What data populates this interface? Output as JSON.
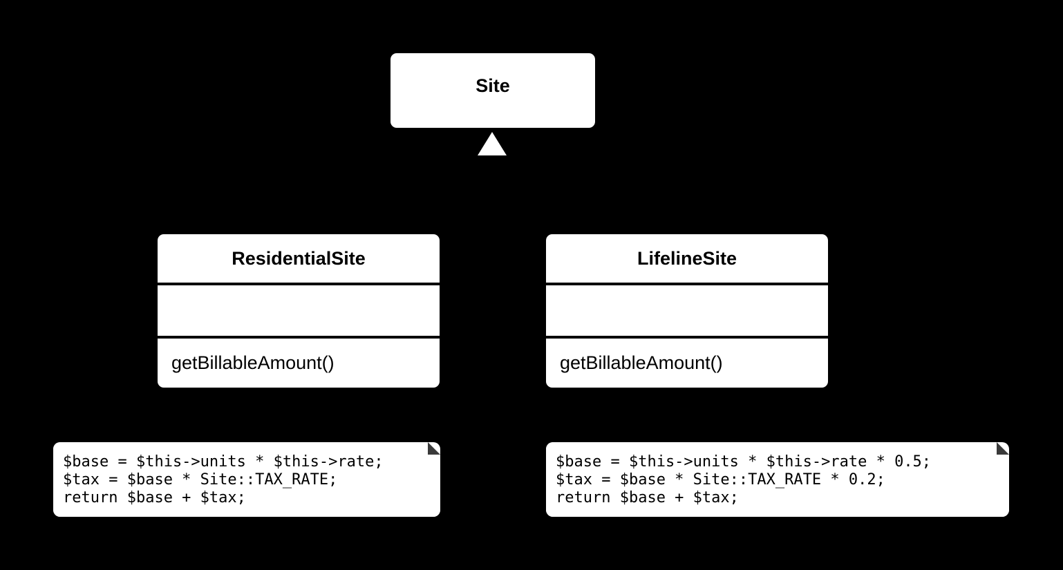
{
  "diagram": {
    "type": "uml-class-diagram",
    "background_color": "#000000",
    "box_fill_color": "#ffffff",
    "line_color": "#000000",
    "text_color": "#000000"
  },
  "classes": [
    {
      "id": "site",
      "name": "Site",
      "attributes": [],
      "methods": []
    },
    {
      "id": "residentialsite",
      "name": "ResidentialSite",
      "attributes": [],
      "methods": [
        "getBillableAmount()"
      ]
    },
    {
      "id": "lifelinesite",
      "name": "LifelineSite",
      "attributes": [],
      "methods": [
        "getBillableAmount()"
      ]
    }
  ],
  "relationships": [
    {
      "type": "generalization",
      "from": "ResidentialSite",
      "to": "Site",
      "arrow": "hollow-triangle"
    },
    {
      "type": "generalization",
      "from": "LifelineSite",
      "to": "Site",
      "arrow": "hollow-triangle"
    }
  ],
  "notes": [
    {
      "id": "note-residentialsite",
      "attached_to": "ResidentialSite",
      "code": "$base = $this->units * $this->rate;\n$tax = $base * Site::TAX_RATE;\nreturn $base + $tax;"
    },
    {
      "id": "note-lifelinesite",
      "attached_to": "LifelineSite",
      "code": "$base = $this->units * $this->rate * 0.5;\n$tax = $base * Site::TAX_RATE * 0.2;\nreturn $base + $tax;"
    }
  ]
}
